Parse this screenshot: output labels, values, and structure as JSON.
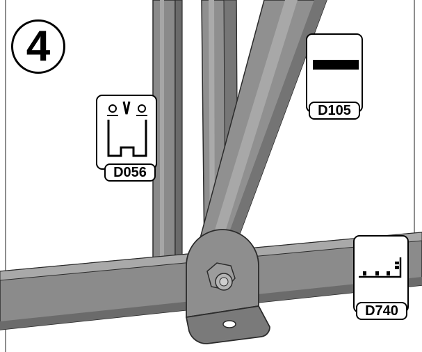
{
  "step": {
    "number": "4"
  },
  "callouts": [
    {
      "id": "D056",
      "icon": "channel-profile-with-screw-and-nut-icon"
    },
    {
      "id": "D105",
      "icon": "flat-bar-icon"
    },
    {
      "id": "D740",
      "icon": "angle-profile-icon"
    }
  ],
  "scene": {
    "icon": "steel-frame-assembly-icon",
    "colors": {
      "steel_light": "#9a9a9a",
      "steel_mid": "#7d7d7d",
      "steel_dark": "#5e5e5e",
      "outline": "#2b2b2b"
    }
  }
}
